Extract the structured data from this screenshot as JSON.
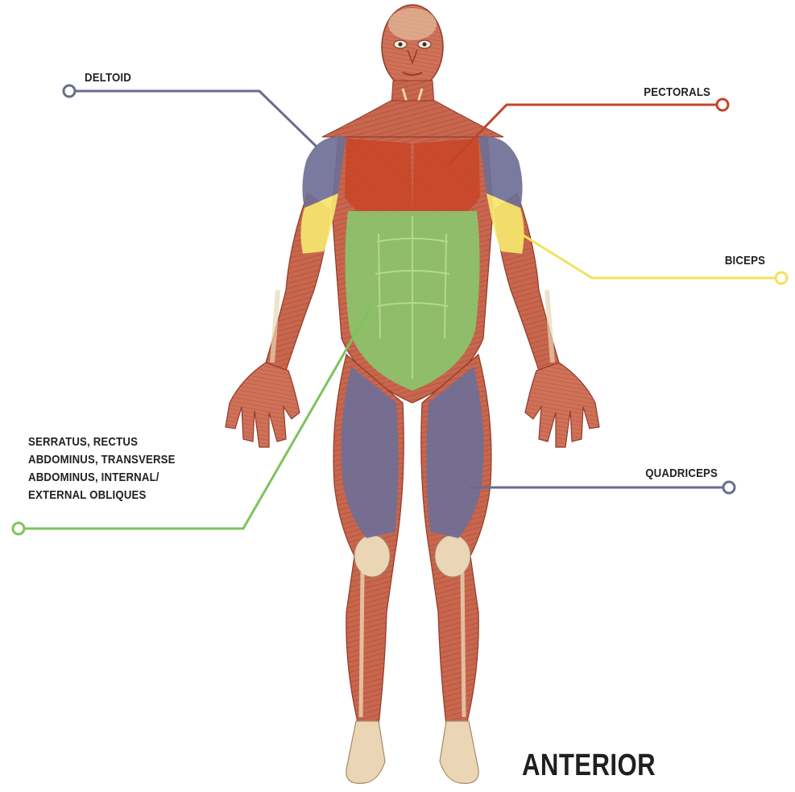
{
  "view_title": "ANTERIOR",
  "colors": {
    "skin_muscle": "#c8664e",
    "tendon": "#ead6b4",
    "deltoid": "#6f6f96",
    "pectorals": "#c9472a",
    "biceps": "#f5e56e",
    "core": "#8dc26a",
    "quadriceps": "#6f6f96"
  },
  "callouts": {
    "deltoid": {
      "label": "DELTOID",
      "color": "#6b6b8f"
    },
    "pectorals": {
      "label": "PECTORALS",
      "color": "#c0452b"
    },
    "biceps": {
      "label": "BICEPS",
      "color": "#f0e35a"
    },
    "quadriceps": {
      "label": "QUADRICEPS",
      "color": "#6b6b8f"
    },
    "core": {
      "lines": [
        "SERRATUS, RECTUS",
        "ABDOMINUS, TRANSVERSE",
        "ABDOMINUS, INTERNAL/",
        "EXTERNAL OBLIQUES"
      ],
      "color": "#7fc25e"
    }
  }
}
